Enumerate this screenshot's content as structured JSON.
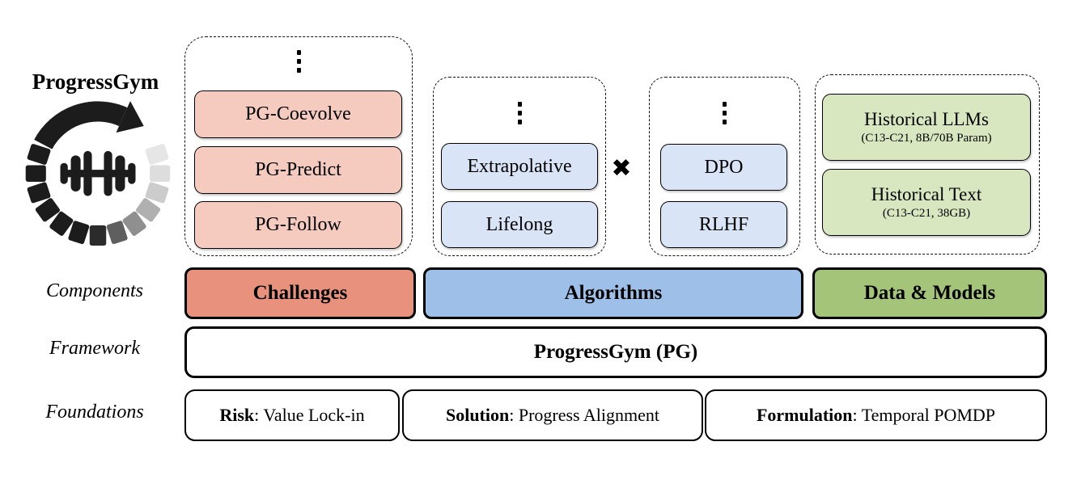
{
  "symbols": {
    "cross": "✖"
  },
  "colors": {
    "pink_light": "#f5cbbf",
    "salmon": "#e8917c",
    "blue_light": "#d9e5f7",
    "blue": "#9dbfe8",
    "green_light": "#d8e7c0",
    "green": "#a4c479",
    "black": "#000000"
  },
  "logo": {
    "title": "ProgressGym"
  },
  "groups": {
    "challenges": {
      "items": [
        "PG-Coevolve",
        "PG-Predict",
        "PG-Follow"
      ]
    },
    "algorithm_types": {
      "items": [
        "Extrapolative",
        "Lifelong"
      ]
    },
    "algorithm_methods": {
      "items": [
        "DPO",
        "RLHF"
      ]
    },
    "data_models": {
      "items": [
        {
          "title": "Historical LLMs",
          "subtitle": "(C13-C21, 8B/70B Param)"
        },
        {
          "title": "Historical Text",
          "subtitle": "(C13-C21, 38GB)"
        }
      ]
    }
  },
  "rows": {
    "components": {
      "label": "Components",
      "challenges": "Challenges",
      "algorithms": "Algorithms",
      "data_models": "Data & Models"
    },
    "framework": {
      "label": "Framework",
      "title": "ProgressGym (PG)"
    },
    "foundations": {
      "label": "Foundations",
      "boxes": [
        {
          "bold": "Risk",
          "rest": ": Value Lock-in"
        },
        {
          "bold": "Solution",
          "rest": ": Progress Alignment"
        },
        {
          "bold": "Formulation",
          "rest": ": Temporal POMDP"
        }
      ]
    }
  }
}
